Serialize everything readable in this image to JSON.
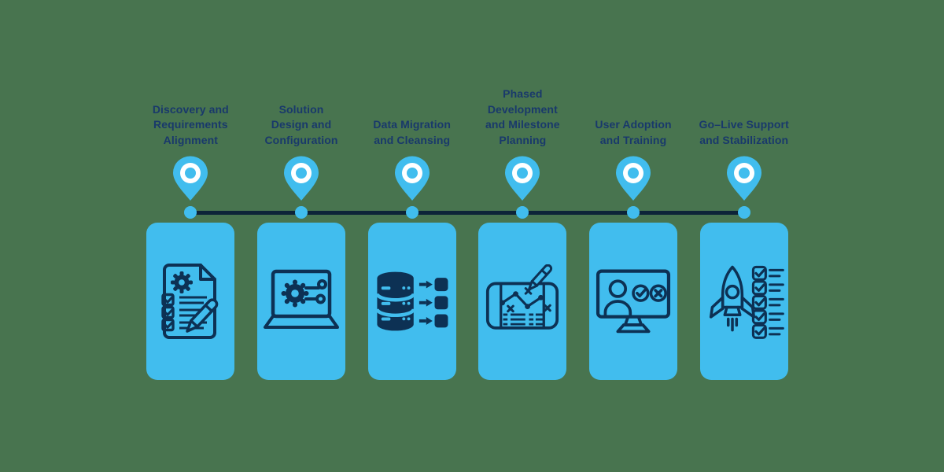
{
  "page": {
    "type": "process-timeline-infographic",
    "background_color": "#48744F"
  },
  "colors": {
    "card_blue": "#41BDEE",
    "icon_navy": "#0D3154",
    "timeline_line": "#0D2438",
    "label_text": "#19396B",
    "pin_ring": "#FFFFFF"
  },
  "timeline": {
    "steps": [
      {
        "label": "Discovery and\nRequirements\nAlignment",
        "icon": "document-checklist-icon"
      },
      {
        "label": "Solution\nDesign and\nConfiguration",
        "icon": "laptop-configuration-icon"
      },
      {
        "label": "Data Migration\nand Cleansing",
        "icon": "database-migration-icon"
      },
      {
        "label": "Phased\nDevelopment\nand Milestone\nPlanning",
        "icon": "milestone-roadmap-icon"
      },
      {
        "label": "User Adoption\nand Training",
        "icon": "monitor-user-training-icon"
      },
      {
        "label": "Go–Live Support\nand Stabilization",
        "icon": "rocket-checklist-icon"
      }
    ]
  }
}
